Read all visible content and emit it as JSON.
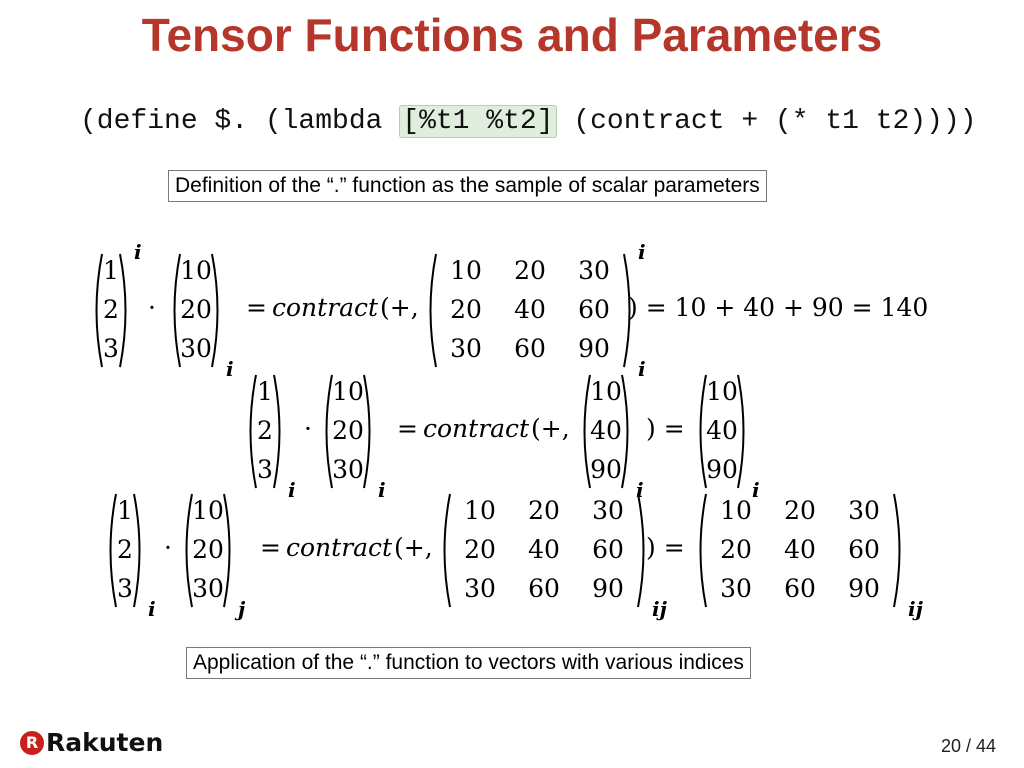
{
  "title": "Tensor Functions and Parameters",
  "code": {
    "pre": "(define $. (lambda ",
    "params": "[%t1 %t2]",
    "post": " (contract + (* t1 t2))))"
  },
  "caption1": "Definition of the “.” function as the sample of scalar parameters",
  "caption2": "Application of the “.” function to vectors with various indices",
  "equations": {
    "eq1": {
      "v1": [
        "1",
        "2",
        "3"
      ],
      "v1_index": "i",
      "v2": [
        "10",
        "20",
        "30"
      ],
      "v2_index": "i",
      "dot": "·",
      "eq_contract": "= ",
      "contract": "contract",
      "open": "(+,",
      "m": [
        [
          "10",
          "20",
          "30"
        ],
        [
          "20",
          "40",
          "60"
        ],
        [
          "30",
          "60",
          "90"
        ]
      ],
      "m_sup": "i",
      "m_sub": "i",
      "result": ") = 10 + 40 + 90 = 140"
    },
    "eq2": {
      "v1": [
        "1",
        "2",
        "3"
      ],
      "v1_index": "i",
      "v2": [
        "10",
        "20",
        "30"
      ],
      "v2_index": "i",
      "dot": "·",
      "eq_contract": "= ",
      "contract": "contract",
      "open": "(+,",
      "m": [
        "10",
        "40",
        "90"
      ],
      "m_index": "i",
      "mid": ") =",
      "r": [
        "10",
        "40",
        "90"
      ],
      "r_index": "i"
    },
    "eq3": {
      "v1": [
        "1",
        "2",
        "3"
      ],
      "v1_index": "i",
      "v2": [
        "10",
        "20",
        "30"
      ],
      "v2_index": "j",
      "dot": "·",
      "eq_contract": "= ",
      "contract": "contract",
      "open": "(+,",
      "m": [
        [
          "10",
          "20",
          "30"
        ],
        [
          "20",
          "40",
          "60"
        ],
        [
          "30",
          "60",
          "90"
        ]
      ],
      "m_index": "ij",
      "mid": ") =",
      "r": [
        [
          "10",
          "20",
          "30"
        ],
        [
          "20",
          "40",
          "60"
        ],
        [
          "30",
          "60",
          "90"
        ]
      ],
      "r_index": "ij"
    }
  },
  "footer": {
    "logo_mark": "R",
    "logo_text": "Rakuten",
    "page": "20 / 44"
  }
}
